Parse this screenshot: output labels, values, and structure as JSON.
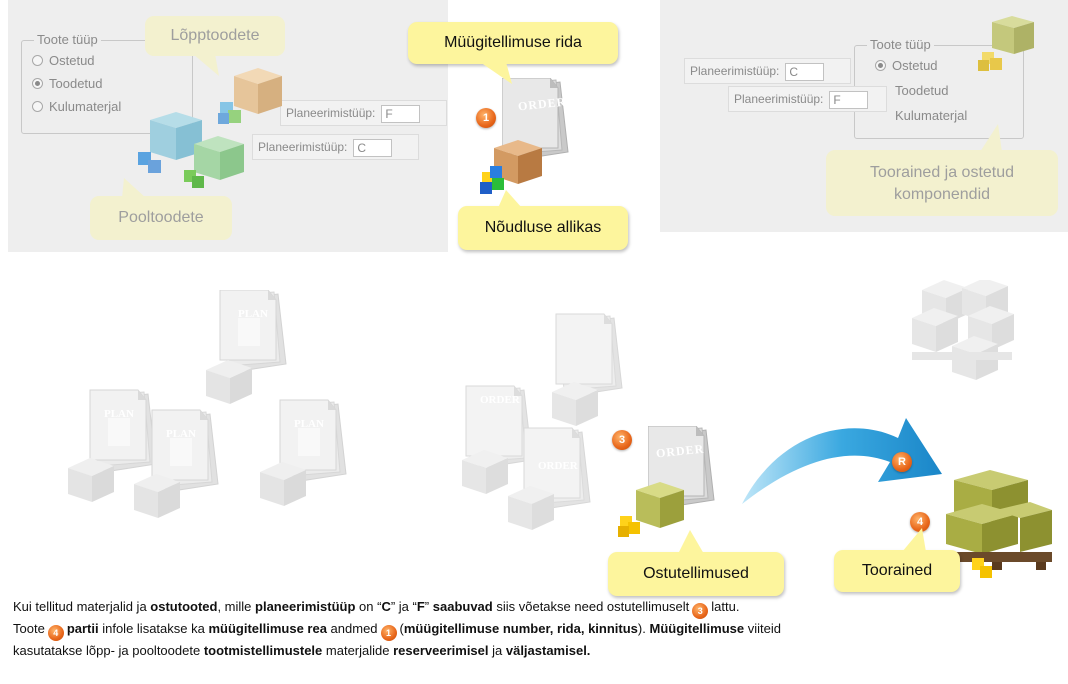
{
  "panel_product_type": {
    "group_title": "Toote tüüp",
    "radios": [
      {
        "label": "Ostetud",
        "selected": false
      },
      {
        "label": "Toodetud",
        "selected": true
      },
      {
        "label": "Kulumaterjal",
        "selected": false
      }
    ],
    "finished_bubble": "Lõpptoodete",
    "semi_bubble": "Pooltoodete",
    "planning_fields": [
      {
        "label": "Planeerimistüüp:",
        "value": "F"
      },
      {
        "label": "Planeerimistüüp:",
        "value": "C"
      }
    ]
  },
  "panel_demand": {
    "sales_line_bubble": "Müügitellimuse rida",
    "demand_source_bubble": "Nõudluse allikas",
    "badge": "1",
    "order_doc_label": "ORDER"
  },
  "panel_raw": {
    "group_title": "Toote tüüp",
    "radios": [
      {
        "label": "Ostetud",
        "selected": true
      },
      {
        "label": "Toodetud",
        "selected": false
      },
      {
        "label": "Kulumaterjal",
        "selected": false
      }
    ],
    "planning_fields": [
      {
        "label": "Planeerimistüüp:",
        "value": "C"
      },
      {
        "label": "Planeerimistüüp:",
        "value": "F"
      }
    ],
    "raw_bubble": "Toorained  ja ostetud komponendid"
  },
  "bottom": {
    "plan_doc_label": "PLAN",
    "order_doc_label": "ORDER",
    "badge_order": "3",
    "badge_reserve": "R",
    "badge_batch": "4",
    "purchase_orders_bubble": "Ostutellimused",
    "raw_materials_bubble": "Toorained"
  },
  "caption": {
    "l1_a": "Kui tellitud materjalid ja ",
    "l1_b": "ostutooted",
    "l1_c": ", mille ",
    "l1_d": "planeerimistüüp",
    "l1_e": " on “",
    "l1_f": "C",
    "l1_g": "” ja “",
    "l1_h": "F",
    "l1_i": "” ",
    "l1_j": "saabuvad",
    "l1_k": " siis võetakse need ostutellimuselt",
    "l1_badge": "3",
    "l1_l": "lattu.",
    "l2_a": "Toote",
    "l2_badge": "4",
    "l2_b": "partii",
    "l2_c": " infole lisatakse ka ",
    "l2_d": "müügitellimuse rea",
    "l2_e": " andmed",
    "l2_badge2": "1",
    "l2_f": "(",
    "l2_g": "müügitellimuse number, rida, kinnitus",
    "l2_h": ").  ",
    "l2_i": "Müügitellimuse",
    "l2_j": " viiteid",
    "l3_a": "kasutatakse lõpp- ja pooltoodete ",
    "l3_b": "tootmistellimustele",
    "l3_c": " materjalide ",
    "l3_d": "reserveerimisel",
    "l3_e": " ja ",
    "l3_f": "väljastamisel."
  },
  "colors": {
    "panel_bg": "#eeeeee",
    "bubble_faded": "#f3f1cf",
    "bubble_bright": "#fdf59d",
    "badge_orange": "#e8661a",
    "arrow_blue": "#2a9ad6",
    "crate_olive": "#9fa03a"
  }
}
